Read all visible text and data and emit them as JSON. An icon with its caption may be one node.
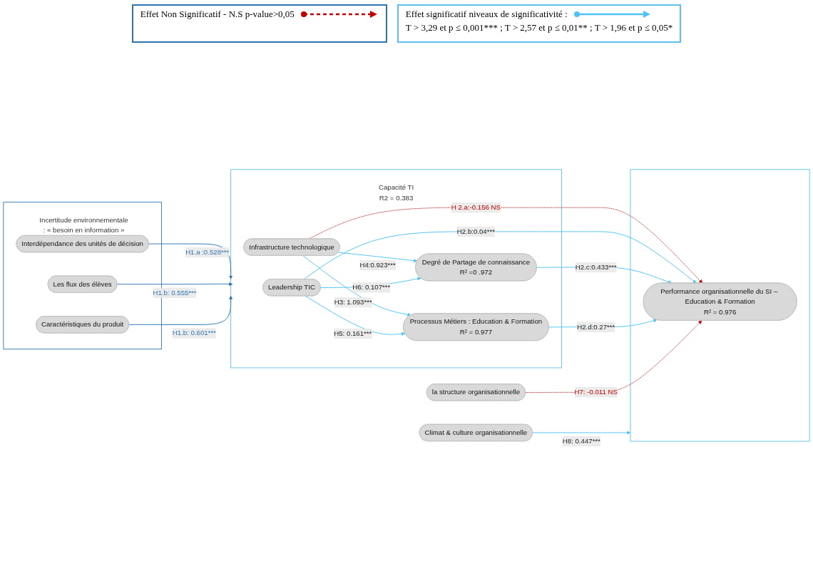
{
  "diagram": {
    "nodes": [
      {
        "text": [
          "Incertitude environnementale : « besoin en information »"
        ]
      },
      {
        "text": [
          "Interdépendance des unités de décision"
        ],
        "in": 0
      },
      {
        "text": [
          "Les flux des élèves"
        ],
        "in": 0
      },
      {
        "text": [
          "Caractéristiques du produit"
        ],
        "in": 0
      },
      {
        "text": [
          "la structure organisationnelle"
        ]
      },
      {
        "text": [
          "Capacité TI",
          "R2 = 0.383"
        ]
      },
      {
        "text": [
          "Infrastructure technologique"
        ],
        "in": 5
      },
      {
        "text": [
          "Leadership TIC"
        ],
        "in": 5
      },
      {
        "text": [
          "Processus Métiers : Education & Formation",
          "R² = 0.977"
        ],
        "in": 5
      },
      {
        "text": [
          "Degré de Partage de connaissance",
          "R² =0 .972"
        ],
        "in": 5
      },
      {
        "text": [],
        "shape": "box"
      },
      {
        "text": [
          "Performance organisationnelle du SI – Education & Formation",
          "R² = 0.976"
        ],
        "in": 10
      },
      {
        "text": [
          "Climat & culture organisationnelle"
        ]
      }
    ],
    "edges": [
      {
        "from": 1,
        "to": 5,
        "arrow": "to",
        "label": "H1.a :0.528***",
        "color": "#2e75b6"
      },
      {
        "from": 2,
        "to": 5,
        "arrow": "to",
        "label": "H1.b: 0.555***",
        "color": "#2e75b6"
      },
      {
        "from": 3,
        "to": 5,
        "arrow": "to",
        "label": "H1.b: 0.601***",
        "color": "#2e75b6"
      },
      {
        "from": 6,
        "to": 11,
        "arrow": "to",
        "label": "H 2.a:-0.156 NS",
        "style": "dashed",
        "color": "#c00000"
      },
      {
        "from": 7,
        "to": 11,
        "arrow": "to",
        "label": "H2.b:0.04***"
      },
      {
        "from": 9,
        "to": 11,
        "arrow": "to",
        "label": "H2.c:0.433***"
      },
      {
        "from": 8,
        "to": 11,
        "arrow": "to",
        "label": "H2.d:0.27***"
      },
      {
        "from": 6,
        "to": 8,
        "arrow": "to",
        "label": "H3: 1.093***"
      },
      {
        "from": 6,
        "to": 9,
        "arrow": "to",
        "label": "H4:0.923***"
      },
      {
        "from": 7,
        "to": 8,
        "arrow": "to",
        "label": "H5: 0.161***"
      },
      {
        "from": 7,
        "to": 9,
        "arrow": "to",
        "label": "H6: 0.107***"
      },
      {
        "from": 4,
        "to": 11,
        "arrow": "to",
        "label": "H7: -0.011 NS",
        "style": "dashed",
        "color": "#c00000"
      },
      {
        "from": 12,
        "to": 10,
        "arrow": "to",
        "label": "H8: 0.447***"
      }
    ],
    "labels": [
      "T > 3,29 et p ≤ 0,001*** ; T > 2,57 et p ≤ 0,01** ; T > 1,96 et p ≤ 0,05*"
    ],
    "legend": [
      {
        "text": "Effet Non Significatif - N.S p-value>0,05"
      },
      {
        "text": "Effet significatif niveaux de significativité :"
      }
    ]
  }
}
